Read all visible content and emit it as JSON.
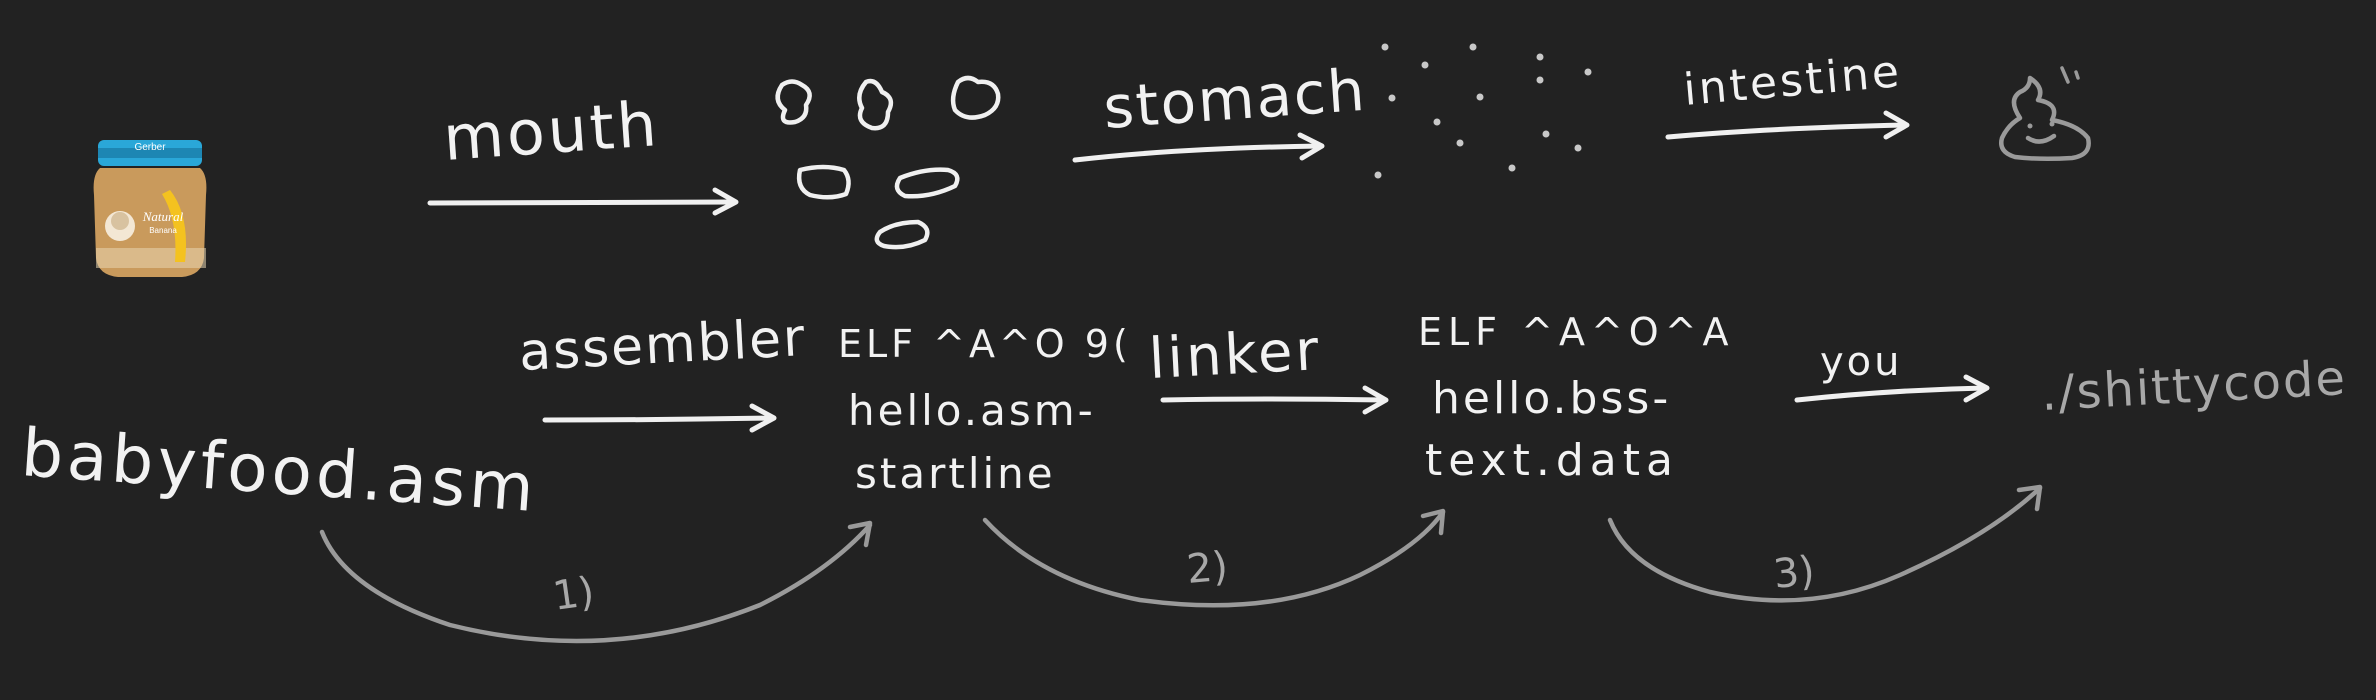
{
  "top_row": {
    "mouth": "mouth",
    "stomach": "stomach",
    "intestine": "intestine"
  },
  "bottom_row": {
    "source_file": "babyfood.asm",
    "assembler": "assembler",
    "object_line1": "ELF ^A^O 9(",
    "object_line2": "hello.asm-",
    "object_line3": "startline",
    "linker": "linker",
    "exe_line1": "ELF ^A^O^A",
    "exe_line2": "hello.bss-",
    "exe_line3": "text.data",
    "you": "you",
    "run": "./shittycode"
  },
  "steps": {
    "step1": "1)",
    "step2": "2)",
    "step3": "3)"
  },
  "baby_jar": {
    "brand": "Gerber",
    "label": "Natural",
    "flavor": "Banana"
  },
  "colors": {
    "background": "#222222",
    "ink": "#f0f0f0",
    "ink_dim": "#9a9a9a",
    "jar_cap": "#2aa7d8",
    "jar_body": "#c99a5c"
  }
}
